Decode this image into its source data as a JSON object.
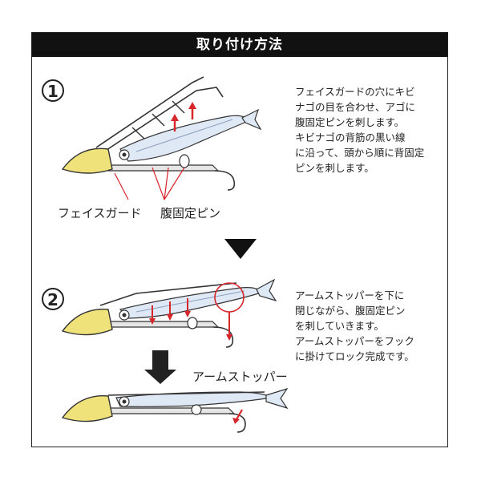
{
  "header": {
    "title": "取り付け方法"
  },
  "steps": [
    {
      "number": "1",
      "text": "フェイスガードの穴にキビ\nナゴの目を合わせ、アゴに\n腹固定ピンを刺します。\nキビナゴの背筋の黒い線\nに沿って、頭から順に背固定\nピンを刺します。",
      "labels": {
        "face_guard": "フェイスガード",
        "belly_pins": "腹固定ピン"
      }
    },
    {
      "number": "2",
      "text": "アームストッパーを下に\n閉じながら、腹固定ピン\nを刺していきます。\nアームストッパーをフック\nに掛けてロック完成です。",
      "labels": {
        "arm_stopper": "アームストッパー"
      }
    }
  ],
  "colors": {
    "jig_head": "#f0e27a",
    "accent_arrow": "#d7262b",
    "fish": "#dfe8f5",
    "outline": "#333333"
  }
}
